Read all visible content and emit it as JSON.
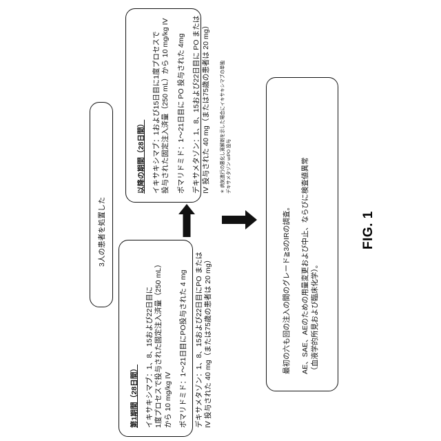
{
  "figure": {
    "label": "FIG. 1"
  },
  "boxes": {
    "period1": {
      "header": "第1期間（28日間）",
      "lines": [
        "イキサキシマブ：1、8、15および22日目に",
        "1度プロセスで投与された固定注入済量（250 mL）",
        "から 10 mg/kg IV",
        "ポマリドミド：1～21日目にPO投与された 4 mg",
        "デキサメタゾン：1、8、15および22日目にPO または",
        "IV 投与された 40 mg（または75歳の患者は 20 mg）"
      ]
    },
    "patients": {
      "text": "3人の患者を処置した"
    },
    "period_sub": {
      "header": "以降の期間（28日間）",
      "lines": [
        "イキサキシマブ：1および15日目に1度プロセスで",
        "投与された固定注入済量（250 mL）から 10 mg/kg IV",
        "ポマリドミド：1～21日目に PO 投与された 4mg",
        "デキサメタゾン：1、8、15および22日目に PO または",
        "IV 投与された 40 mg（または75歳の患者は 20 mg）"
      ],
      "footnote": [
        "＊ 病気進行の悪化し寛解剤を示した場合にイキサキシマブの単独",
        "デキサメタゾン w/PO 投与"
      ]
    },
    "outcome": {
      "lines": [
        "最初の六も回の注入の間のグレード≧3のIRの調査。",
        "AE、SAE、AEのための用量変更および中止、ならびに検査値異常",
        "（血液学的所見および臨床化学）。"
      ]
    }
  },
  "arrows": {
    "up_arrow": "arrow-up",
    "right_arrow": "arrow-right"
  },
  "colors": {
    "stroke": "#111111",
    "background": "#ffffff"
  }
}
